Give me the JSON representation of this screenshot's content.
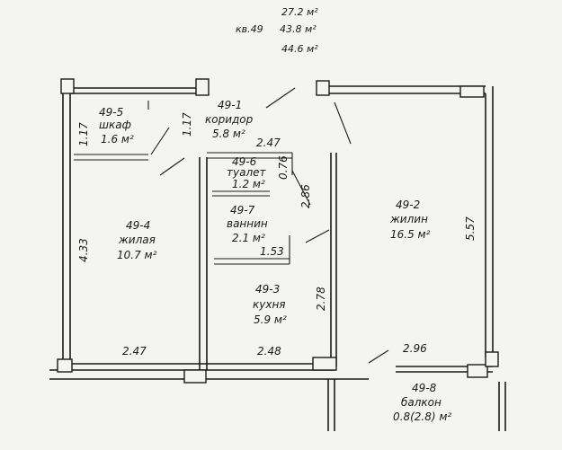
{
  "header": {
    "area_living": "27.2 м²",
    "apartment": "кв.49",
    "area_total": "43.8 м²",
    "area_with_balcony": "44.6 м²"
  },
  "rooms": {
    "r1": {
      "code": "49-1",
      "name": "коридор",
      "area": "5.8 м²"
    },
    "r2": {
      "code": "49-2",
      "name": "жилин",
      "area": "16.5 м²"
    },
    "r3": {
      "code": "49-3",
      "name": "кухня",
      "area": "5.9 м²"
    },
    "r4": {
      "code": "49-4",
      "name": "жилая",
      "area": "10.7 м²"
    },
    "r5": {
      "code": "49-5",
      "name": "шкаф",
      "area": "1.6 м²"
    },
    "r6": {
      "code": "49-6",
      "name": "туалет",
      "area": "1.2 м²"
    },
    "r7": {
      "code": "49-7",
      "name": "ваннин",
      "area": "2.1 м²"
    },
    "r8": {
      "code": "49-8",
      "name": "балкон",
      "area": "0.8(2.8) м²"
    }
  },
  "dimensions": {
    "d_117_left": "1.17",
    "d_117_mid": "1.17",
    "d_247_top": "2.47",
    "d_076": "0.76",
    "d_286": "2.86",
    "d_153": "1.53",
    "d_433": "4.33",
    "d_557": "5.57",
    "d_278": "2.78",
    "d_247_bottom": "2.47",
    "d_248": "2.48",
    "d_296": "2.96"
  }
}
